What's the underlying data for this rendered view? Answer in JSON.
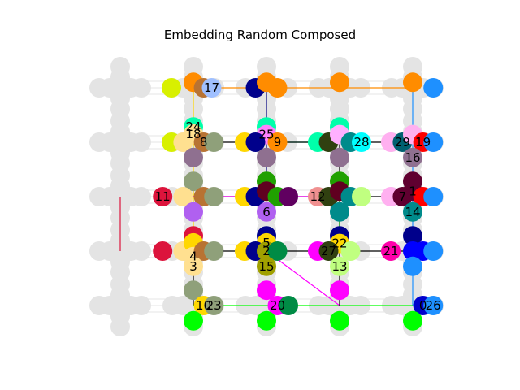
{
  "title": "Embedding Random Composed",
  "colors": {
    "grid_node": "#e4e4e4",
    "grid_edge": "#e4e4e4",
    "background": "#ffffff"
  },
  "chart_data": {
    "type": "diagram",
    "title": "Embedding Random Composed",
    "grid": {
      "rows": 5,
      "cols": 5
    },
    "overlay_edges": [
      {
        "from": [
          1,
          0
        ],
        "to": [
          4,
          0
        ],
        "color": "#ff8c00"
      },
      {
        "from": [
          1,
          0
        ],
        "to": [
          1,
          3
        ],
        "color": "#ffd700"
      },
      {
        "from": [
          4,
          0
        ],
        "to": [
          4,
          4
        ],
        "color": "#1e90ff"
      },
      {
        "from": [
          2,
          1
        ],
        "to": [
          3,
          1
        ],
        "color": "#00ffaa"
      },
      {
        "from": [
          1,
          1
        ],
        "to": [
          4,
          1
        ],
        "color": "#000000"
      },
      {
        "from": [
          1,
          2
        ],
        "to": [
          4,
          2
        ],
        "color": "#000000"
      },
      {
        "from": [
          1,
          2
        ],
        "to": [
          3,
          2
        ],
        "color": "#ff00ff"
      },
      {
        "from": [
          1,
          3
        ],
        "to": [
          4,
          3
        ],
        "color": "#000000"
      },
      {
        "from": [
          1,
          3
        ],
        "to": [
          1,
          4
        ],
        "color": "#000000"
      },
      {
        "from": [
          1,
          4
        ],
        "to": [
          4,
          4
        ],
        "color": "#00ff00"
      },
      {
        "from": [
          2,
          3
        ],
        "to": [
          3,
          4
        ],
        "color": "#ff00ff"
      },
      {
        "from": [
          3,
          1
        ],
        "to": [
          3,
          4
        ],
        "color": "#000000"
      },
      {
        "from": [
          2,
          0
        ],
        "to": [
          2,
          2
        ],
        "color": "#000080"
      },
      {
        "from": [
          3,
          2
        ],
        "to": [
          3,
          3
        ],
        "color": "#00aa00"
      },
      {
        "from": [
          0,
          2
        ],
        "to": [
          0,
          3
        ],
        "color": "#dc143c"
      }
    ],
    "colored_nodes": [
      {
        "cell": [
          1,
          0
        ],
        "offset": [
          -0.3,
          0.0
        ],
        "color": "#d8f000"
      },
      {
        "cell": [
          1,
          0
        ],
        "offset": [
          0.0,
          -0.1
        ],
        "color": "#ff8c00"
      },
      {
        "cell": [
          1,
          0
        ],
        "offset": [
          0.14,
          0.0
        ],
        "color": "#b87333"
      },
      {
        "cell": [
          1,
          0
        ],
        "offset": [
          0.25,
          0.0
        ],
        "color": "#a0c0ff",
        "label": "17"
      },
      {
        "cell": [
          2,
          0
        ],
        "offset": [
          -0.15,
          0.0
        ],
        "color": "#00008b"
      },
      {
        "cell": [
          2,
          0
        ],
        "offset": [
          0.0,
          -0.1
        ],
        "color": "#ff8c00"
      },
      {
        "cell": [
          2,
          0
        ],
        "offset": [
          0.15,
          0.0
        ],
        "color": "#ff8c00"
      },
      {
        "cell": [
          3,
          0
        ],
        "offset": [
          0.0,
          -0.1
        ],
        "color": "#ff8c00"
      },
      {
        "cell": [
          4,
          0
        ],
        "offset": [
          0.0,
          -0.1
        ],
        "color": "#ff8c00"
      },
      {
        "cell": [
          4,
          0
        ],
        "offset": [
          0.28,
          0.0
        ],
        "color": "#1e90ff"
      },
      {
        "cell": [
          1,
          1
        ],
        "offset": [
          0.0,
          -0.28
        ],
        "color": "#00ffaa",
        "label": "24"
      },
      {
        "cell": [
          1,
          1
        ],
        "offset": [
          -0.3,
          0.0
        ],
        "color": "#d8f000"
      },
      {
        "cell": [
          1,
          1
        ],
        "offset": [
          -0.14,
          0.0
        ],
        "color": "#ffe090"
      },
      {
        "cell": [
          1,
          1
        ],
        "offset": [
          0.0,
          -0.15
        ],
        "color": "#ffe090",
        "label": "18"
      },
      {
        "cell": [
          1,
          1
        ],
        "offset": [
          0.14,
          0.0
        ],
        "color": "#b87333",
        "label": "8"
      },
      {
        "cell": [
          1,
          1
        ],
        "offset": [
          0.28,
          0.0
        ],
        "color": "#8fa07a"
      },
      {
        "cell": [
          1,
          1
        ],
        "offset": [
          0.0,
          0.28
        ],
        "color": "#8f7090"
      },
      {
        "cell": [
          2,
          1
        ],
        "offset": [
          0.0,
          -0.28
        ],
        "color": "#00ffaa"
      },
      {
        "cell": [
          2,
          1
        ],
        "offset": [
          0.0,
          -0.14
        ],
        "color": "#ff80ff",
        "label": "25"
      },
      {
        "cell": [
          2,
          1
        ],
        "offset": [
          -0.3,
          0.0
        ],
        "color": "#ffd700"
      },
      {
        "cell": [
          2,
          1
        ],
        "offset": [
          -0.15,
          0.0
        ],
        "color": "#00008b"
      },
      {
        "cell": [
          2,
          1
        ],
        "offset": [
          0.15,
          0.0
        ],
        "color": "#ff8c00",
        "label": "9"
      },
      {
        "cell": [
          2,
          1
        ],
        "offset": [
          0.0,
          0.28
        ],
        "color": "#8f7090"
      },
      {
        "cell": [
          3,
          1
        ],
        "offset": [
          0.0,
          -0.28
        ],
        "color": "#00ffaa"
      },
      {
        "cell": [
          3,
          1
        ],
        "offset": [
          -0.3,
          0.0
        ],
        "color": "#00ffaa"
      },
      {
        "cell": [
          3,
          1
        ],
        "offset": [
          -0.15,
          0.0
        ],
        "color": "#304010"
      },
      {
        "cell": [
          3,
          1
        ],
        "offset": [
          0.0,
          -0.14
        ],
        "color": "#ffb0ff"
      },
      {
        "cell": [
          3,
          1
        ],
        "offset": [
          0.15,
          0.0
        ],
        "color": "#008b8b"
      },
      {
        "cell": [
          3,
          1
        ],
        "offset": [
          0.3,
          0.0
        ],
        "color": "#00ffff",
        "label": "28"
      },
      {
        "cell": [
          3,
          1
        ],
        "offset": [
          0.0,
          0.28
        ],
        "color": "#8f7090"
      },
      {
        "cell": [
          4,
          1
        ],
        "offset": [
          -0.3,
          0.0
        ],
        "color": "#ffb0f0"
      },
      {
        "cell": [
          4,
          1
        ],
        "offset": [
          -0.14,
          0.0
        ],
        "color": "#006070",
        "label": "29"
      },
      {
        "cell": [
          4,
          1
        ],
        "offset": [
          0.0,
          -0.14
        ],
        "color": "#ffb0f0"
      },
      {
        "cell": [
          4,
          1
        ],
        "offset": [
          0.14,
          0.0
        ],
        "color": "#ff0000",
        "label": "19"
      },
      {
        "cell": [
          4,
          1
        ],
        "offset": [
          0.28,
          0.0
        ],
        "color": "#1e90ff"
      },
      {
        "cell": [
          4,
          1
        ],
        "offset": [
          0.0,
          0.28
        ],
        "color": "#8f7090",
        "label": "16"
      },
      {
        "cell": [
          1,
          2
        ],
        "offset": [
          0.0,
          -0.28
        ],
        "color": "#8fa07a"
      },
      {
        "cell": [
          1,
          2
        ],
        "offset": [
          -0.42,
          0.0
        ],
        "color": "#dc143c",
        "label": "11"
      },
      {
        "cell": [
          1,
          2
        ],
        "offset": [
          -0.14,
          0.0
        ],
        "color": "#ffe090"
      },
      {
        "cell": [
          1,
          2
        ],
        "offset": [
          0.14,
          0.0
        ],
        "color": "#b87333"
      },
      {
        "cell": [
          1,
          2
        ],
        "offset": [
          0.28,
          0.0
        ],
        "color": "#8fa07a"
      },
      {
        "cell": [
          1,
          2
        ],
        "offset": [
          0.0,
          0.28
        ],
        "color": "#b060f0"
      },
      {
        "cell": [
          2,
          2
        ],
        "offset": [
          0.0,
          -0.28
        ],
        "color": "#20a000"
      },
      {
        "cell": [
          2,
          2
        ],
        "offset": [
          -0.3,
          0.0
        ],
        "color": "#ffd700"
      },
      {
        "cell": [
          2,
          2
        ],
        "offset": [
          -0.15,
          0.0
        ],
        "color": "#00008b"
      },
      {
        "cell": [
          2,
          2
        ],
        "offset": [
          0.0,
          -0.1
        ],
        "color": "#600020"
      },
      {
        "cell": [
          2,
          2
        ],
        "offset": [
          0.15,
          0.0
        ],
        "color": "#20a000"
      },
      {
        "cell": [
          2,
          2
        ],
        "offset": [
          0.3,
          0.0
        ],
        "color": "#600060"
      },
      {
        "cell": [
          2,
          2
        ],
        "offset": [
          0.0,
          0.28
        ],
        "color": "#b060f0",
        "label": "6"
      },
      {
        "cell": [
          3,
          2
        ],
        "offset": [
          0.0,
          -0.28
        ],
        "color": "#20a000"
      },
      {
        "cell": [
          3,
          2
        ],
        "offset": [
          -0.3,
          0.0
        ],
        "color": "#f09090",
        "label": "12"
      },
      {
        "cell": [
          3,
          2
        ],
        "offset": [
          -0.15,
          0.0
        ],
        "color": "#304010"
      },
      {
        "cell": [
          3,
          2
        ],
        "offset": [
          0.0,
          -0.1
        ],
        "color": "#600020"
      },
      {
        "cell": [
          3,
          2
        ],
        "offset": [
          0.15,
          0.0
        ],
        "color": "#008b8b"
      },
      {
        "cell": [
          3,
          2
        ],
        "offset": [
          0.3,
          0.0
        ],
        "color": "#c0ff80"
      },
      {
        "cell": [
          3,
          2
        ],
        "offset": [
          0.0,
          0.28
        ],
        "color": "#008b8b"
      },
      {
        "cell": [
          4,
          2
        ],
        "offset": [
          0.0,
          -0.28
        ],
        "color": "#600030"
      },
      {
        "cell": [
          4,
          2
        ],
        "offset": [
          -0.3,
          0.0
        ],
        "color": "#ffb0f0"
      },
      {
        "cell": [
          4,
          2
        ],
        "offset": [
          -0.14,
          0.0
        ],
        "color": "#600030",
        "label": "7"
      },
      {
        "cell": [
          4,
          2
        ],
        "offset": [
          0.0,
          -0.1
        ],
        "color": "#600030",
        "label": "1"
      },
      {
        "cell": [
          4,
          2
        ],
        "offset": [
          0.14,
          0.0
        ],
        "color": "#ff0000"
      },
      {
        "cell": [
          4,
          2
        ],
        "offset": [
          0.28,
          0.0
        ],
        "color": "#1e90ff"
      },
      {
        "cell": [
          4,
          2
        ],
        "offset": [
          0.0,
          0.28
        ],
        "color": "#008b8b",
        "label": "14"
      },
      {
        "cell": [
          1,
          3
        ],
        "offset": [
          0.0,
          -0.28
        ],
        "color": "#dc143c"
      },
      {
        "cell": [
          1,
          3
        ],
        "offset": [
          -0.42,
          0.0
        ],
        "color": "#dc143c"
      },
      {
        "cell": [
          1,
          3
        ],
        "offset": [
          -0.14,
          0.0
        ],
        "color": "#ffe090"
      },
      {
        "cell": [
          1,
          3
        ],
        "offset": [
          0.0,
          -0.15
        ],
        "color": "#ffd700"
      },
      {
        "cell": [
          1,
          3
        ],
        "offset": [
          0.0,
          0.1
        ],
        "color": "#ffe090",
        "label": "4"
      },
      {
        "cell": [
          1,
          3
        ],
        "offset": [
          0.14,
          0.0
        ],
        "color": "#b87333"
      },
      {
        "cell": [
          1,
          3
        ],
        "offset": [
          0.28,
          0.0
        ],
        "color": "#8fa07a"
      },
      {
        "cell": [
          1,
          3
        ],
        "offset": [
          0.0,
          0.28
        ],
        "color": "#ffe090",
        "label": "3"
      },
      {
        "cell": [
          2,
          3
        ],
        "offset": [
          0.0,
          -0.28
        ],
        "color": "#00008b"
      },
      {
        "cell": [
          2,
          3
        ],
        "offset": [
          -0.3,
          0.0
        ],
        "color": "#ffd700"
      },
      {
        "cell": [
          2,
          3
        ],
        "offset": [
          0.0,
          -0.15
        ],
        "color": "#ffd700",
        "label": "5"
      },
      {
        "cell": [
          2,
          3
        ],
        "offset": [
          -0.15,
          0.0
        ],
        "color": "#00008b"
      },
      {
        "cell": [
          2,
          3
        ],
        "offset": [
          0.0,
          0.0
        ],
        "color": "#a0a000",
        "label": "2"
      },
      {
        "cell": [
          2,
          3
        ],
        "offset": [
          0.15,
          0.0
        ],
        "color": "#008b45"
      },
      {
        "cell": [
          2,
          3
        ],
        "offset": [
          0.0,
          0.28
        ],
        "color": "#a0a000",
        "label": "15"
      },
      {
        "cell": [
          3,
          3
        ],
        "offset": [
          0.0,
          -0.28
        ],
        "color": "#00008b"
      },
      {
        "cell": [
          3,
          3
        ],
        "offset": [
          -0.3,
          0.0
        ],
        "color": "#ff00ff"
      },
      {
        "cell": [
          3,
          3
        ],
        "offset": [
          0.0,
          -0.14
        ],
        "color": "#ffd700",
        "label": "22"
      },
      {
        "cell": [
          3,
          3
        ],
        "offset": [
          -0.15,
          0.0
        ],
        "color": "#304010",
        "label": "27"
      },
      {
        "cell": [
          3,
          3
        ],
        "offset": [
          0.15,
          0.0
        ],
        "color": "#c0ff80"
      },
      {
        "cell": [
          3,
          3
        ],
        "offset": [
          0.0,
          0.28
        ],
        "color": "#c0ff80",
        "label": "13"
      },
      {
        "cell": [
          4,
          3
        ],
        "offset": [
          0.0,
          -0.28
        ],
        "color": "#00008b"
      },
      {
        "cell": [
          4,
          3
        ],
        "offset": [
          -0.3,
          0.0
        ],
        "color": "#ff00aa",
        "label": "21"
      },
      {
        "cell": [
          4,
          3
        ],
        "offset": [
          0.0,
          0.0
        ],
        "color": "#0000ff"
      },
      {
        "cell": [
          4,
          3
        ],
        "offset": [
          0.14,
          0.0
        ],
        "color": "#0000ff"
      },
      {
        "cell": [
          4,
          3
        ],
        "offset": [
          0.28,
          0.0
        ],
        "color": "#1e90ff"
      },
      {
        "cell": [
          4,
          3
        ],
        "offset": [
          0.0,
          0.28
        ],
        "color": "#1e90ff"
      },
      {
        "cell": [
          1,
          4
        ],
        "offset": [
          0.0,
          -0.28
        ],
        "color": "#8fa07a"
      },
      {
        "cell": [
          1,
          4
        ],
        "offset": [
          0.14,
          0.0
        ],
        "color": "#ffd700",
        "label": "10"
      },
      {
        "cell": [
          1,
          4
        ],
        "offset": [
          0.28,
          0.0
        ],
        "color": "#8fa07a",
        "label": "23"
      },
      {
        "cell": [
          1,
          4
        ],
        "offset": [
          0.0,
          0.28
        ],
        "color": "#00ff00"
      },
      {
        "cell": [
          2,
          4
        ],
        "offset": [
          0.0,
          -0.28
        ],
        "color": "#ff00ff"
      },
      {
        "cell": [
          2,
          4
        ],
        "offset": [
          0.15,
          0.0
        ],
        "color": "#ff00ff",
        "label": "20"
      },
      {
        "cell": [
          2,
          4
        ],
        "offset": [
          0.3,
          0.0
        ],
        "color": "#008b45"
      },
      {
        "cell": [
          2,
          4
        ],
        "offset": [
          0.0,
          0.28
        ],
        "color": "#00ff00"
      },
      {
        "cell": [
          3,
          4
        ],
        "offset": [
          0.0,
          -0.28
        ],
        "color": "#ff00ff"
      },
      {
        "cell": [
          3,
          4
        ],
        "offset": [
          0.0,
          0.28
        ],
        "color": "#00ff00"
      },
      {
        "cell": [
          4,
          4
        ],
        "offset": [
          0.14,
          0.0
        ],
        "color": "#0000cd",
        "label": "0"
      },
      {
        "cell": [
          4,
          4
        ],
        "offset": [
          0.28,
          0.0
        ],
        "color": "#1e90ff",
        "label": "26"
      },
      {
        "cell": [
          4,
          4
        ],
        "offset": [
          0.0,
          0.28
        ],
        "color": "#00ff00"
      }
    ]
  }
}
